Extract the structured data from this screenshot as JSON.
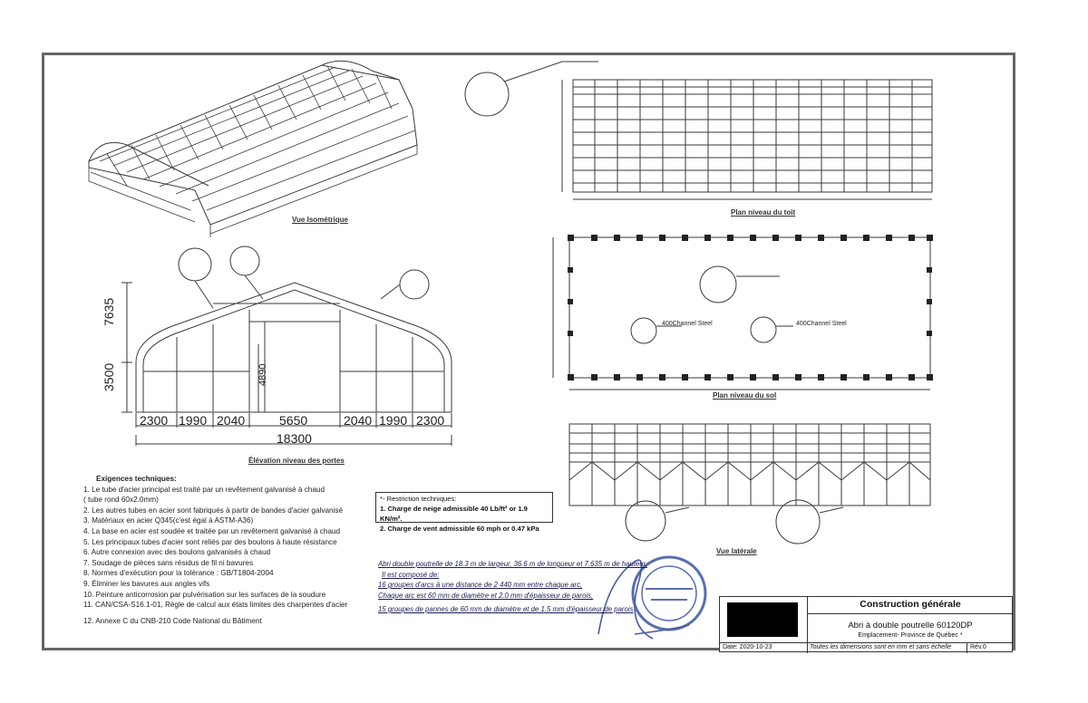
{
  "captions": {
    "iso": "Vue Isométrique",
    "roof": "Plan niveau du toit",
    "floor": "Plan niveau du sol",
    "elevation": "Élévation niveau des portes",
    "side": "Vue latérale"
  },
  "dimensions": {
    "height_total": "7635",
    "height_wall": "3500",
    "door_height": "4890",
    "segments": [
      "2300",
      "1990",
      "2040",
      "5650",
      "2040",
      "1990",
      "2300"
    ],
    "width_total": "18300"
  },
  "requirements": {
    "title": "Exigences techniques:",
    "items": [
      "1. Le tube d'acier principal est traité par un revêtement galvanisé à chaud",
      "( tube rond 60x2.0mm)",
      "2. Les autres tubes en acier sont fabriqués à partir de bandes d'acier galvanisé",
      "3. Matériaux en acier Q345(c'est égal à ASTM-A36)",
      "4. La base en acier est soudée et traitée par un revêtement galvanisé à chaud",
      "5. Les principaux tubes d'acier sont reliés par des boulons à haute résistance",
      "6. Autre connexion avec des boulons galvanisés à chaud",
      "7. Soudage de pièces sans résidus de fil ni bavures",
      "8. Normes d'exécution pour la tolérance : GB/T1804-2004",
      "9. Éliminer les bavures aux angles vifs",
      "10. Peinture anticorrosion par pulvérisation sur les surfaces de la soudure",
      "11. CAN/CSA-S16.1-01, Règle de calcul aux états limites des charpentes d'acier",
      "12. Annexe C du CNB-210 Code National du Bâtiment"
    ]
  },
  "restrictions": {
    "title": "*- Restriction techniques:",
    "items": [
      "1. Charge de neige admissible 40 Lb/ft² or 1.9 KN/m².",
      "2. Charge de vent admissible 60 mph or 0.47 kPa"
    ]
  },
  "description": [
    "Abri double poutrelle de 18.3 m de largeur, 36.6 m de longueur et 7.635 m de hauteur,",
    "Il est composé de:",
    "16 groupes d'arcs à une distance de 2 440 mm entre chaque arc,",
    "Chaque arc est 60 mm de diamètre et 2.0 mm d'épaisseur de parois,",
    "15 groupes de pannes de 60 mm de diamètre et de 1.5 mm d'épaisseur de parois"
  ],
  "title_block": {
    "header": "Construction générale",
    "name": "Abri à double poutrelle 60120DP",
    "location": "Emplacement- Province de Québec *",
    "date": "Date: 2020-10-23",
    "note": "Toutes les dimensions sont en mm et sans échelle",
    "rev": "Rév.0"
  },
  "floor_labels": {
    "label1": "400Channel Steel",
    "label2": "400Channel Steel"
  },
  "colors": {
    "line": "#3a3a3a",
    "stamp": "#5a6fb0"
  }
}
